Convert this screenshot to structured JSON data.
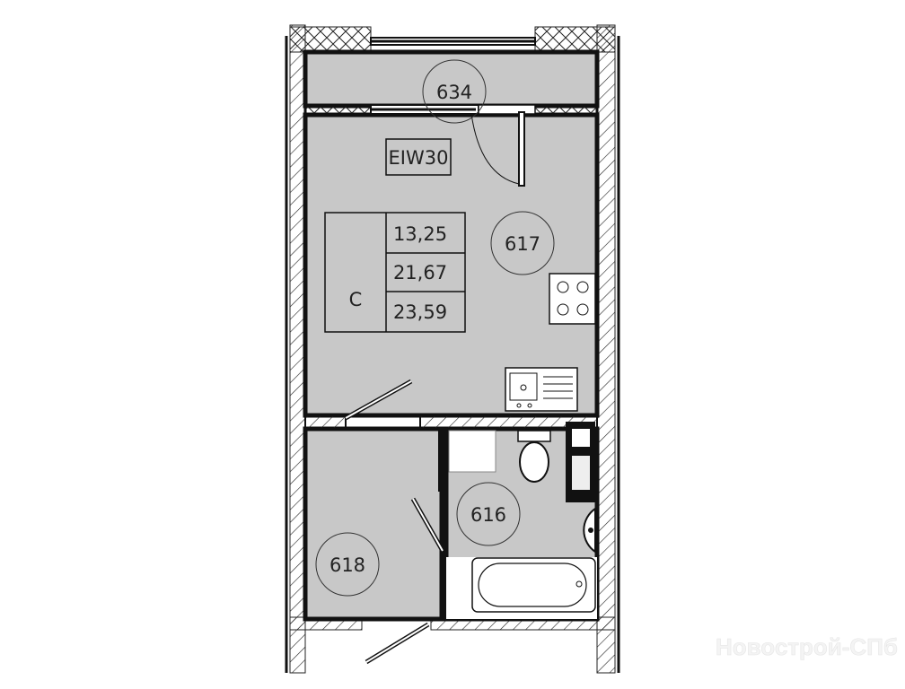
{
  "plan": {
    "rooms": [
      {
        "id": "634",
        "label": "634"
      },
      {
        "id": "617",
        "label": "617"
      },
      {
        "id": "616",
        "label": "616"
      },
      {
        "id": "618",
        "label": "618"
      }
    ],
    "apartment_tag": "EIW30",
    "area_table": {
      "type_label": "С",
      "values": [
        "13,25",
        "21,67",
        "23,59"
      ]
    }
  },
  "watermark": "Новострой-СПб",
  "colors": {
    "floor": "#c8c8c8",
    "wall": "#111111",
    "background": "#ffffff"
  }
}
